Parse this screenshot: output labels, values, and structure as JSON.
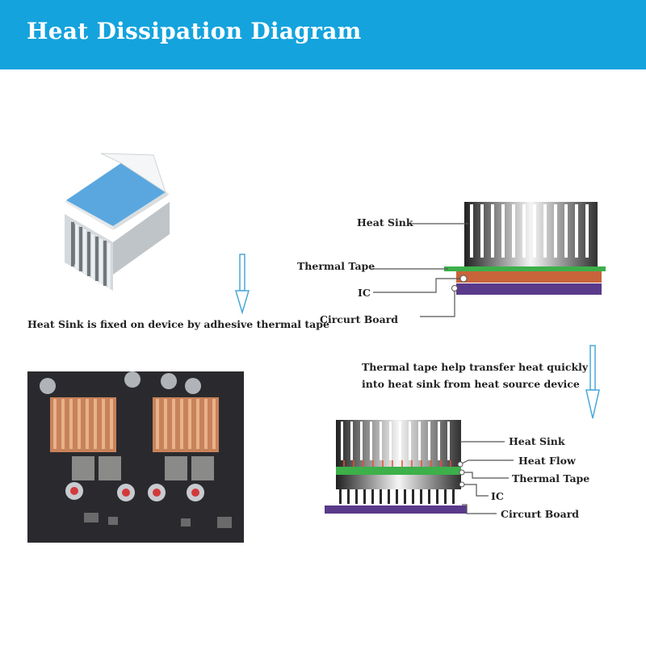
{
  "header": {
    "title": "Heat Dissipation Diagram"
  },
  "captions": {
    "left": "Heat Sink is fixed on device by adhesive thermal tape",
    "right_line1": "Thermal tape help transfer heat quickly",
    "right_line2": "into heat sink from heat source device"
  },
  "top_diagram": {
    "heat_sink": "Heat Sink",
    "thermal_tape": "Thermal Tape",
    "ic": "IC",
    "circuit_board": "Circurt Board"
  },
  "bottom_diagram": {
    "heat_sink": "Heat Sink",
    "heat_flow": "Heat Flow",
    "thermal_tape": "Thermal Tape",
    "ic": "IC",
    "circuit_board": "Circurt Board"
  },
  "colors": {
    "banner": "#14a3dd",
    "thermal_tape": "#3cb04a",
    "ic": "#c8643a",
    "circuit_board": "#5a3a8a",
    "arrow": "#4aa8d8",
    "heat_arrow": "#e8502a"
  }
}
